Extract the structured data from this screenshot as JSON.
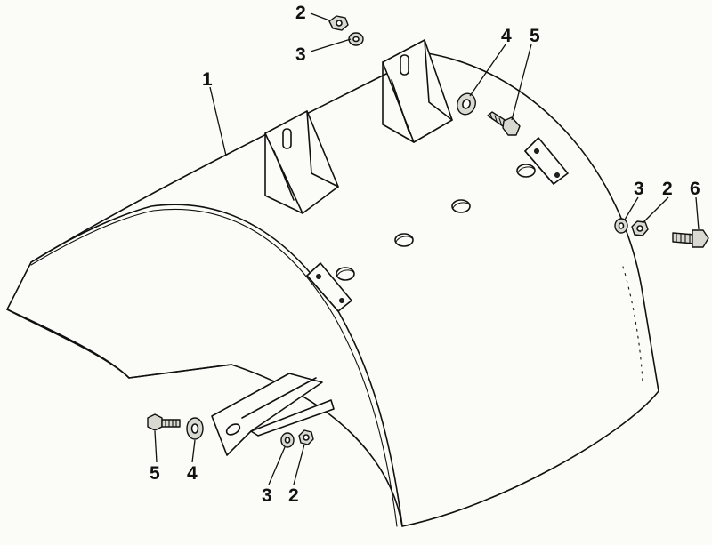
{
  "diagram": {
    "callouts": [
      {
        "id": "c1",
        "text": "1"
      },
      {
        "id": "c2a",
        "text": "2"
      },
      {
        "id": "c3a",
        "text": "3"
      },
      {
        "id": "c4a",
        "text": "4"
      },
      {
        "id": "c5a",
        "text": "5"
      },
      {
        "id": "c3b",
        "text": "3"
      },
      {
        "id": "c2b",
        "text": "2"
      },
      {
        "id": "c6",
        "text": "6"
      },
      {
        "id": "c5b",
        "text": "5"
      },
      {
        "id": "c4b",
        "text": "4"
      },
      {
        "id": "c3c",
        "text": "3"
      },
      {
        "id": "c2c",
        "text": "2"
      }
    ]
  }
}
